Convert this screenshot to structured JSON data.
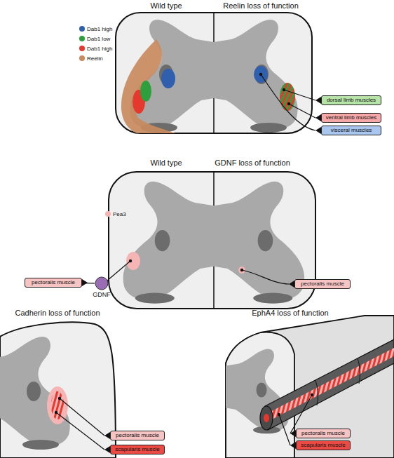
{
  "diagram": {
    "nodes": [
      {
        "text": [
          "dorsal limb muscles"
        ]
      },
      {
        "text": [
          "ventral limb muscles"
        ]
      },
      {
        "text": [
          "visceral muscles"
        ]
      },
      {
        "text": [
          "pectoralis muscle"
        ]
      },
      {
        "text": [
          "GDNF"
        ]
      },
      {
        "text": [
          "pectoralis muscle"
        ]
      },
      {
        "text": [
          "pectoralis muscle"
        ]
      },
      {
        "text": [
          "scapularis muscle"
        ]
      },
      {
        "text": [
          "pectoralis muscle"
        ]
      },
      {
        "text": [
          "scapularis muscle"
        ]
      }
    ],
    "edges": [
      {
        "from": 3,
        "to": 4,
        "arrow": "none"
      }
    ],
    "labels": [
      "Wild type",
      "Reelin loss of function",
      "Wild type",
      "GDNF loss of function",
      "Cadherin loss of function",
      "EphA4 loss of function"
    ],
    "legend": [
      {
        "text": "Dab1 high",
        "color": "#2f5fad"
      },
      {
        "text": "Dab1 low",
        "color": "#2f9e3c"
      },
      {
        "text": "Dab1 high",
        "color": "#e5382f"
      },
      {
        "text": "Reelin",
        "color": "#c98a5e"
      },
      {
        "text": "Pea3",
        "color": "#f5b5b5"
      }
    ]
  }
}
